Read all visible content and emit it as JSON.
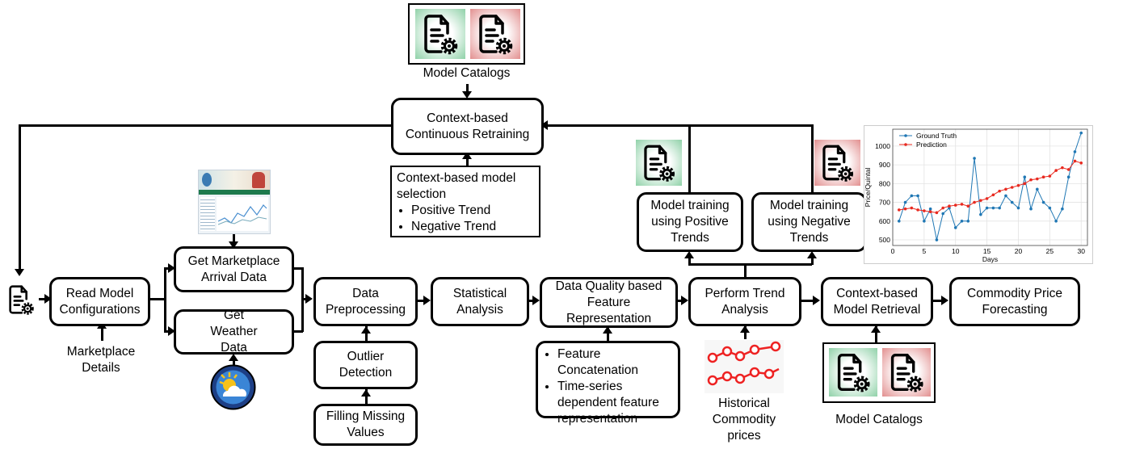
{
  "boxes": {
    "read_config": "Read Model Configurations",
    "get_marketplace": "Get Marketplace Arrival Data",
    "get_weather": "Get Weather Data",
    "data_preprocessing": "Data Preprocessing",
    "outlier": "Outlier Detection",
    "filling": "Filling Missing Values",
    "statistical": "Statistical Analysis",
    "dq_feature": "Data Quality based Feature Representation",
    "trend": "Perform Trend Analysis",
    "ctx_retrieval": "Context-based Model Retrieval",
    "forecast": "Commodity Price Forecasting",
    "retraining": "Context-based Continuous Retraining",
    "train_pos": "Model training using Positive Trends",
    "train_neg": "Model training using Negative Trends"
  },
  "model_selection": {
    "title": "Context-based model selection",
    "items": [
      "Positive Trend",
      "Negative Trend"
    ]
  },
  "feature_list": {
    "items": [
      "Feature Concatenation",
      "Time-series dependent feature representation"
    ]
  },
  "labels": {
    "marketplace_details": "Marketplace Details",
    "model_catalogs_top": "Model Catalogs",
    "model_catalogs_bottom": "Model Catalogs",
    "historical_prices": "Historical Commodity prices"
  },
  "icons": {
    "config_doc": "document-gear-icon",
    "catalog_green": "document-gear-icon",
    "catalog_red": "document-gear-icon",
    "weather": "sun-cloud-icon",
    "trend_chart": "line-trend-icon"
  },
  "colors": {
    "green_tile": "#8fd1a8",
    "red_tile": "#e28f8f",
    "truth_series": "#1f77b4",
    "prediction_series": "#e8291f"
  },
  "chart_data": {
    "type": "line",
    "xlabel": "Days",
    "ylabel": "Price/Quintal",
    "xlim": [
      0,
      31
    ],
    "ylim": [
      470,
      1090
    ],
    "xticks": [
      0,
      5,
      10,
      15,
      20,
      25,
      30
    ],
    "yticks": [
      500,
      600,
      700,
      800,
      900,
      1000
    ],
    "legend": "top-left",
    "grid": true,
    "series": [
      {
        "name": "Ground Truth",
        "color": "#1f77b4",
        "x": [
          1,
          2,
          3,
          4,
          5,
          6,
          7,
          8,
          9,
          10,
          11,
          12,
          13,
          14,
          15,
          16,
          17,
          18,
          19,
          20,
          21,
          22,
          23,
          24,
          25,
          26,
          27,
          28,
          29,
          30
        ],
        "values": [
          600,
          700,
          735,
          735,
          600,
          665,
          500,
          640,
          670,
          565,
          600,
          600,
          935,
          635,
          670,
          670,
          670,
          735,
          700,
          670,
          835,
          665,
          770,
          700,
          670,
          600,
          665,
          835,
          970,
          1070
        ]
      },
      {
        "name": "Prediction",
        "color": "#e8291f",
        "x": [
          1,
          2,
          3,
          4,
          5,
          6,
          7,
          8,
          9,
          10,
          11,
          12,
          13,
          14,
          15,
          16,
          17,
          18,
          19,
          20,
          21,
          22,
          23,
          24,
          25,
          26,
          27,
          28,
          29,
          30
        ],
        "values": [
          660,
          665,
          670,
          660,
          655,
          650,
          645,
          670,
          680,
          685,
          690,
          680,
          700,
          710,
          720,
          740,
          760,
          770,
          780,
          790,
          800,
          820,
          825,
          835,
          840,
          870,
          885,
          875,
          920,
          910
        ]
      }
    ]
  }
}
